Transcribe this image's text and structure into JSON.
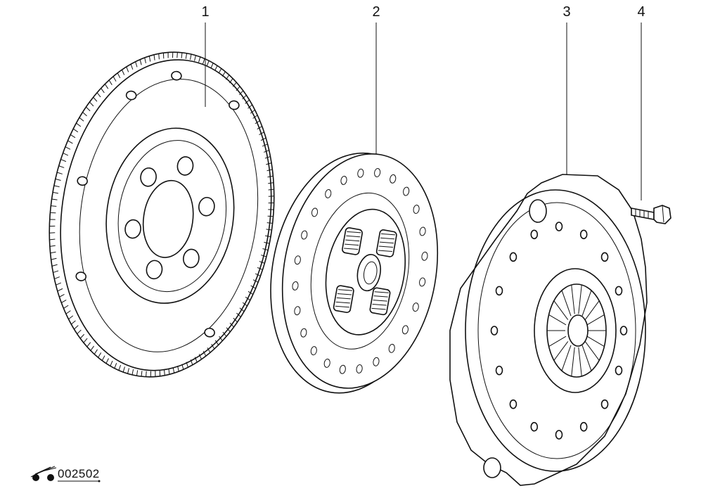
{
  "callouts": [
    {
      "number": "1",
      "part": "flywheel"
    },
    {
      "number": "2",
      "part": "clutch-disc"
    },
    {
      "number": "3",
      "part": "pressure-plate"
    },
    {
      "number": "4",
      "part": "bolt"
    }
  ],
  "figure_code": "002502"
}
